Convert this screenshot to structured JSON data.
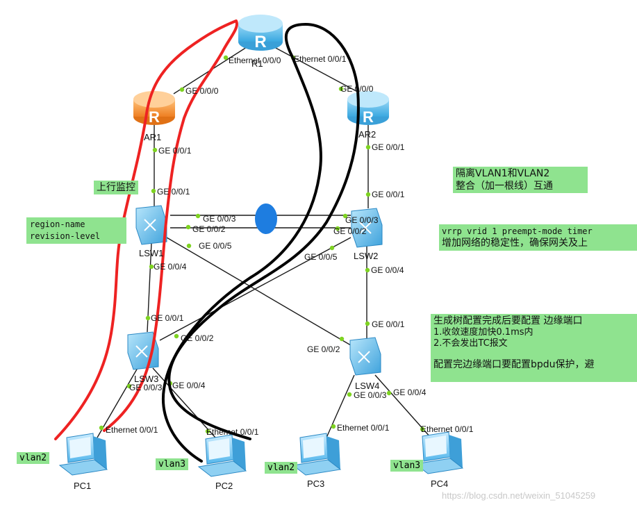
{
  "devices": {
    "r1": "R1",
    "ar1": "AR1",
    "ar2": "AR2",
    "lsw1": "LSW1",
    "lsw2": "LSW2",
    "lsw3": "LSW3",
    "lsw4": "LSW4",
    "pc1": "PC1",
    "pc2": "PC2",
    "pc3": "PC3",
    "pc4": "PC4"
  },
  "ports": {
    "r1_eth00": "Ethernet 0/0/0",
    "r1_eth01": "Ethernet 0/0/1",
    "ar1_ge000": "GE 0/0/0",
    "ar1_ge001": "GE 0/0/1",
    "ar2_ge000": "GE 0/0/0",
    "ar2_ge001": "GE 0/0/1",
    "lsw1_ge001": "GE 0/0/1",
    "lsw1_ge003": "GE 0/0/3",
    "lsw1_ge002": "GE 0/0/2",
    "lsw1_ge005": "GE 0/0/5",
    "lsw1_ge004": "GE 0/0/4",
    "lsw2_ge001": "GE 0/0/1",
    "lsw2_ge003": "GE 0/0/3",
    "lsw2_ge002": "GE 0/0/2",
    "lsw2_ge005": "GE 0/0/5",
    "lsw2_ge004": "GE 0/0/4",
    "lsw3_ge001": "GE 0/0/1",
    "lsw3_ge002": "GE 0/0/2",
    "lsw3_ge003": "GE 0/0/3",
    "lsw3_ge004": "GE 0/0/4",
    "lsw4_ge001": "GE 0/0/1",
    "lsw4_ge002": "GE 0/0/2",
    "lsw4_ge003": "GE 0/0/3",
    "lsw4_ge004": "GE 0/0/4",
    "pc1_eth": "Ethernet 0/0/1",
    "pc2_eth": "Ethernet 0/0/1",
    "pc3_eth": "Ethernet 0/0/1",
    "pc4_eth": "Ethernet 0/0/1"
  },
  "notes": {
    "uplink_monitor": "上行监控",
    "region_name": "region-name",
    "revision_level": "revision-level",
    "isolate_line1": "隔离VLAN1和VLAN2",
    "isolate_line2": "整合（加一根线）互通",
    "vrrp_line1": "vrrp vrid 1 preempt-mode timer",
    "vrrp_line2": "增加网络的稳定性，确保网关及上",
    "stp_line1": "生成树配置完成后要配置 边缘端口",
    "stp_line2": "1.收敛速度加快0.1ms内",
    "stp_line3": "2.不会发出TC报文",
    "stp_line4": "配置完边缘端口要配置bpdu保护，避"
  },
  "vlans": {
    "pc1": "vlan2",
    "pc2": "vlan3",
    "pc3": "vlan2",
    "pc4": "vlan3"
  },
  "watermark": "https://blog.csdn.net/weixin_51045259",
  "colors": {
    "link": "#1a1a1a",
    "port_dot": "#7ed321",
    "note_bg": "#8fe38f",
    "annotation_red": "#ee2222",
    "annotation_black": "#000000",
    "orange_router": "#f39a3a",
    "blue_router": "#5cc0ec",
    "switch_blue": "#5ab4e6",
    "marker_blue": "#1e7de0"
  }
}
